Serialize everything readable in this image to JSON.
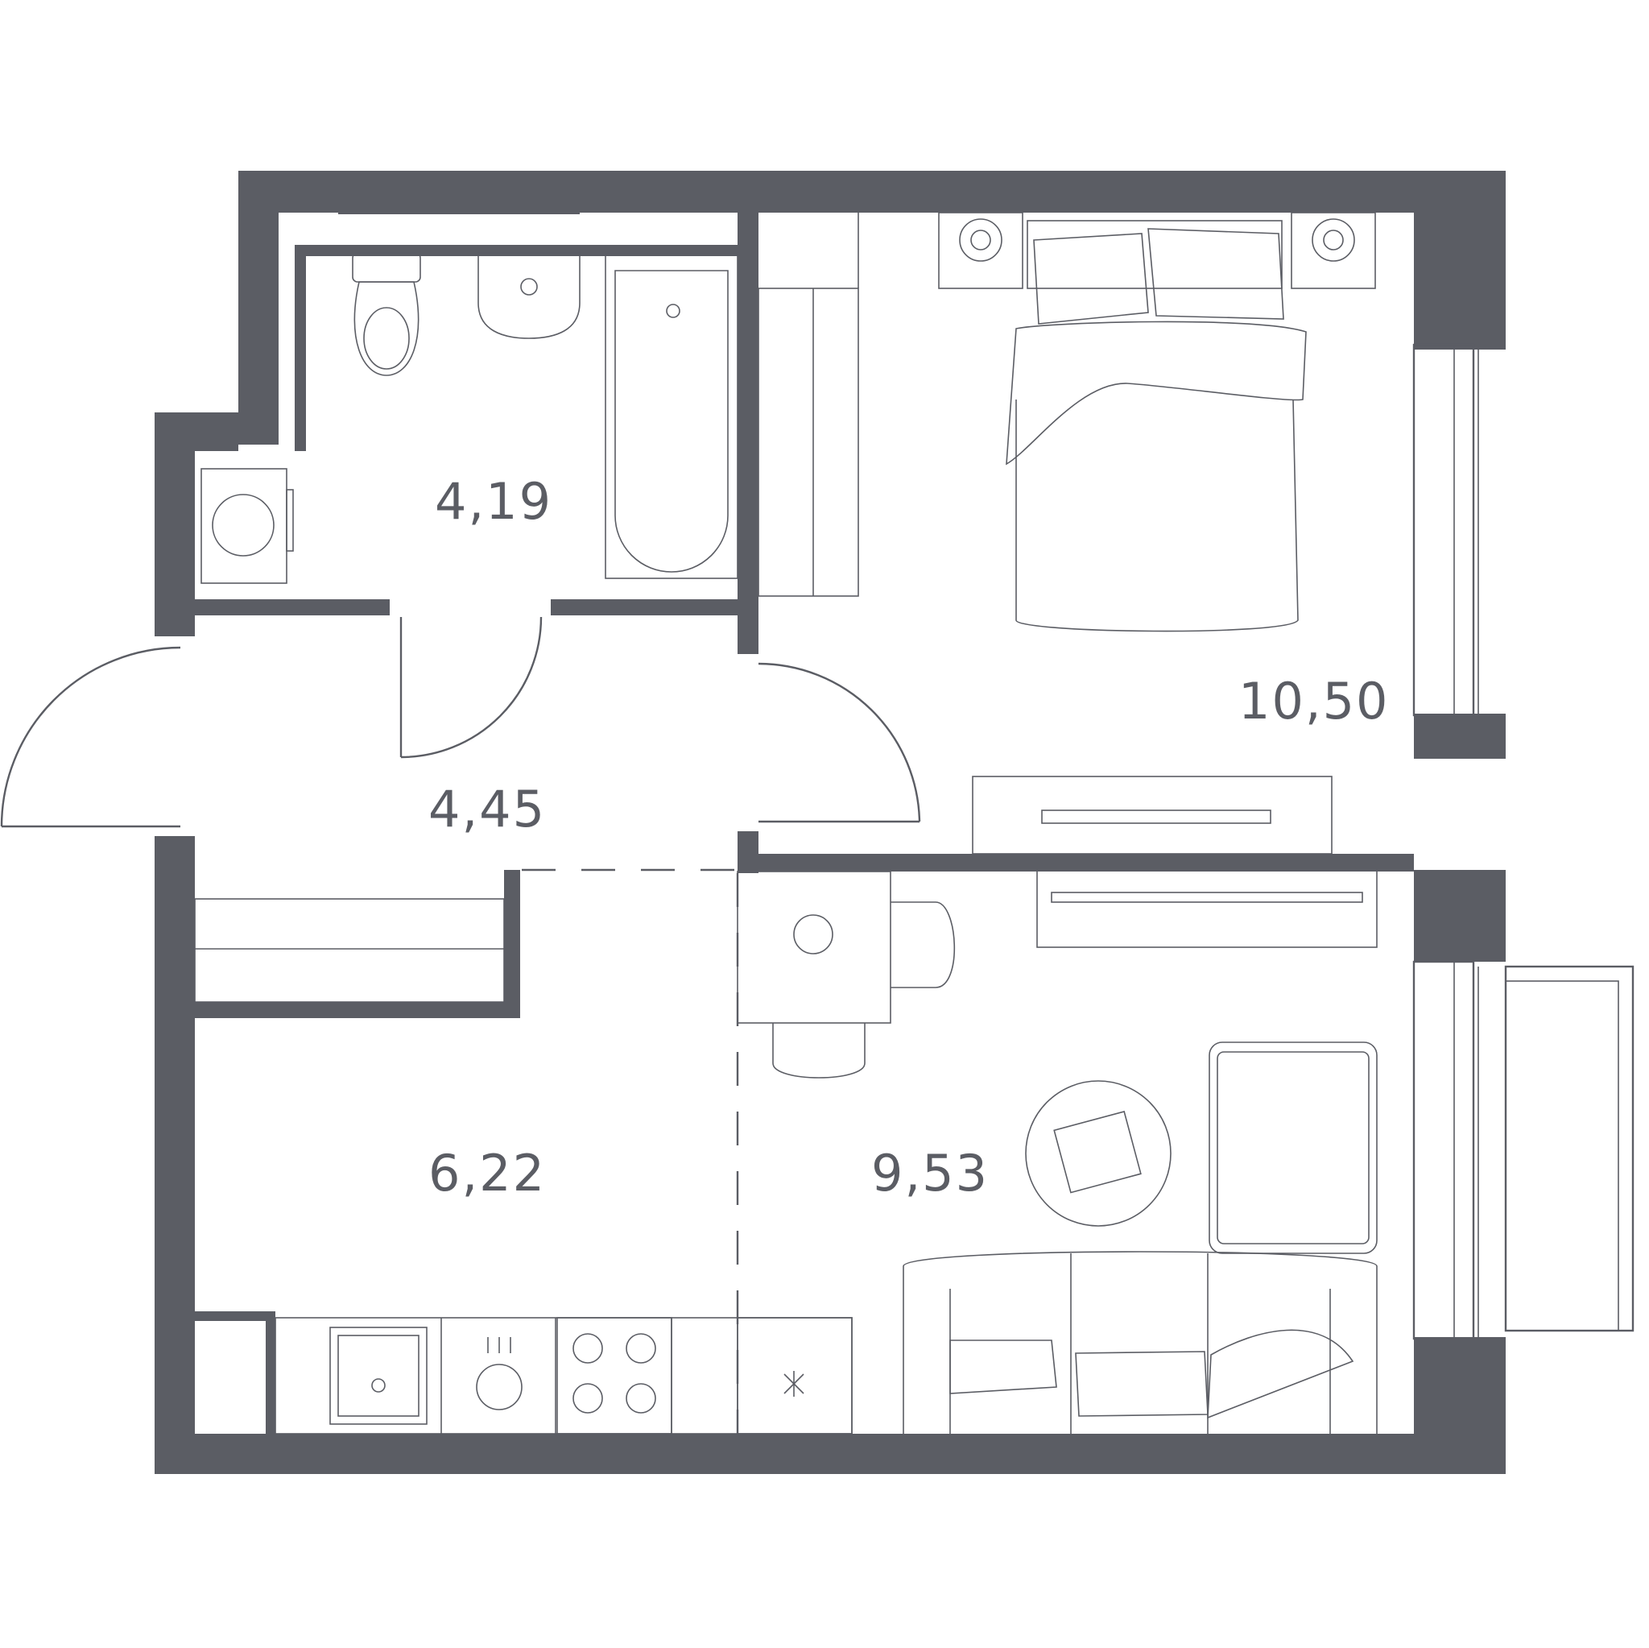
{
  "plan": {
    "colors": {
      "wall": "#5b5d64",
      "background": "#ffffff"
    },
    "rooms": [
      {
        "id": "bathroom",
        "area": "4,19"
      },
      {
        "id": "hallway",
        "area": "4,45"
      },
      {
        "id": "bedroom",
        "area": "10,50"
      },
      {
        "id": "kitchen",
        "area": "6,22"
      },
      {
        "id": "living",
        "area": "9,53"
      }
    ],
    "icons": [
      "toilet-icon",
      "sink-icon",
      "bathtub-icon",
      "washing-machine-icon",
      "wardrobe-icon",
      "bed-icon",
      "nightstand-lamp-icon",
      "tv-icon",
      "dining-table-icon",
      "chair-icon",
      "coffee-table-icon",
      "armchair-icon",
      "sofa-icon",
      "stove-icon",
      "dishwasher-icon",
      "kitchen-sink-icon",
      "fridge-icon"
    ]
  }
}
